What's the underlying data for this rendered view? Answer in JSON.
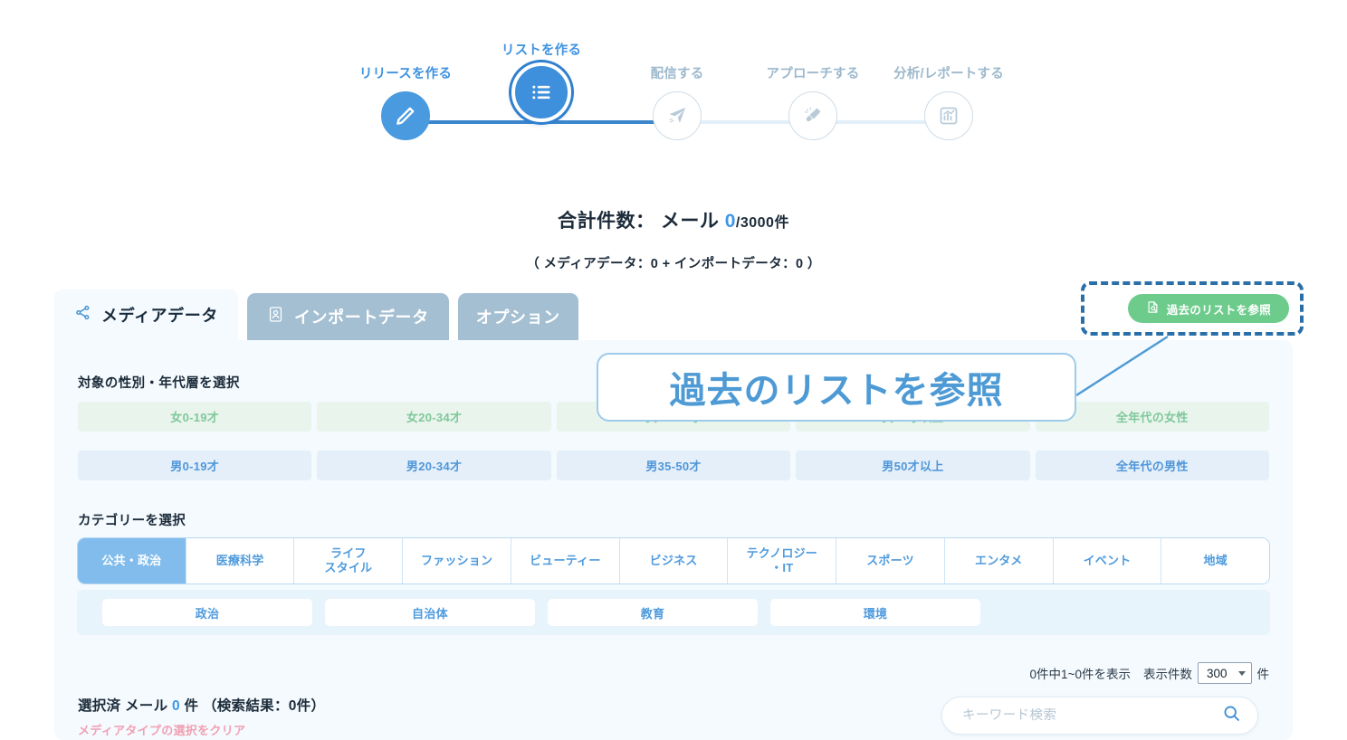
{
  "stepper": {
    "steps": [
      {
        "label": "リリースを作る",
        "state": "done",
        "icon": "pencil-icon"
      },
      {
        "label": "リストを作る",
        "state": "active",
        "icon": "list-icon"
      },
      {
        "label": "配信する",
        "state": "upcoming",
        "icon": "send-icon"
      },
      {
        "label": "アプローチする",
        "state": "upcoming",
        "icon": "megaphone-icon"
      },
      {
        "label": "分析/レポートする",
        "state": "upcoming",
        "icon": "chart-icon"
      }
    ]
  },
  "summary": {
    "prefix": "合計件数： メール ",
    "current": "0",
    "divider": "/",
    "total": "3000",
    "unit": "件",
    "breakdown": "（ メディアデータ：0 + インポートデータ：0 ）"
  },
  "tabs": [
    {
      "label": "メディアデータ",
      "icon": "share-nodes-icon",
      "active": true
    },
    {
      "label": "インポートデータ",
      "icon": "id-card-icon",
      "active": false
    },
    {
      "label": "オプション",
      "icon": "",
      "active": false
    }
  ],
  "annotation": {
    "reference_button_label": "過去のリストを参照",
    "reference_button_icon": "document-search-icon",
    "callout_text": "過去のリストを参照",
    "highlight_color": "#2a6fa8",
    "button_color": "#6dcc8c",
    "callout_color": "#4d9ad5"
  },
  "demographics": {
    "title": "対象の性別・年代層を選択",
    "female": [
      "女0-19才",
      "女20-34才",
      "女35-50才",
      "女50才以上",
      "全年代の女性"
    ],
    "male": [
      "男0-19才",
      "男20-34才",
      "男35-50才",
      "男50才以上",
      "全年代の男性"
    ],
    "female_color": "#7ec89a",
    "male_color": "#4f96d8"
  },
  "category": {
    "title": "カテゴリーを選択",
    "tabs": [
      {
        "label": "公共・政治",
        "active": true
      },
      {
        "label": "医療科学",
        "active": false
      },
      {
        "label": "ライフ\nスタイル",
        "active": false
      },
      {
        "label": "ファッション",
        "active": false
      },
      {
        "label": "ビューティー",
        "active": false
      },
      {
        "label": "ビジネス",
        "active": false
      },
      {
        "label": "テクノロジー\n・IT",
        "active": false
      },
      {
        "label": "スポーツ",
        "active": false
      },
      {
        "label": "エンタメ",
        "active": false
      },
      {
        "label": "イベント",
        "active": false
      },
      {
        "label": "地域",
        "active": false
      }
    ],
    "subcategories": [
      "政治",
      "自治体",
      "教育",
      "環境"
    ]
  },
  "paging": {
    "range_text": "0件中1~0件を表示",
    "per_page_label": "表示件数",
    "per_page_value": "300",
    "per_page_unit": "件",
    "per_page_options": [
      "300"
    ]
  },
  "footer": {
    "selected_prefix": "選択済 メール ",
    "selected_count": "0",
    "selected_suffix": " 件 （検索結果：0件）",
    "clear_link": "メディアタイプの選択をクリア",
    "search_placeholder": "キーワード検索",
    "search_value": "",
    "search_icon": "search-icon"
  }
}
